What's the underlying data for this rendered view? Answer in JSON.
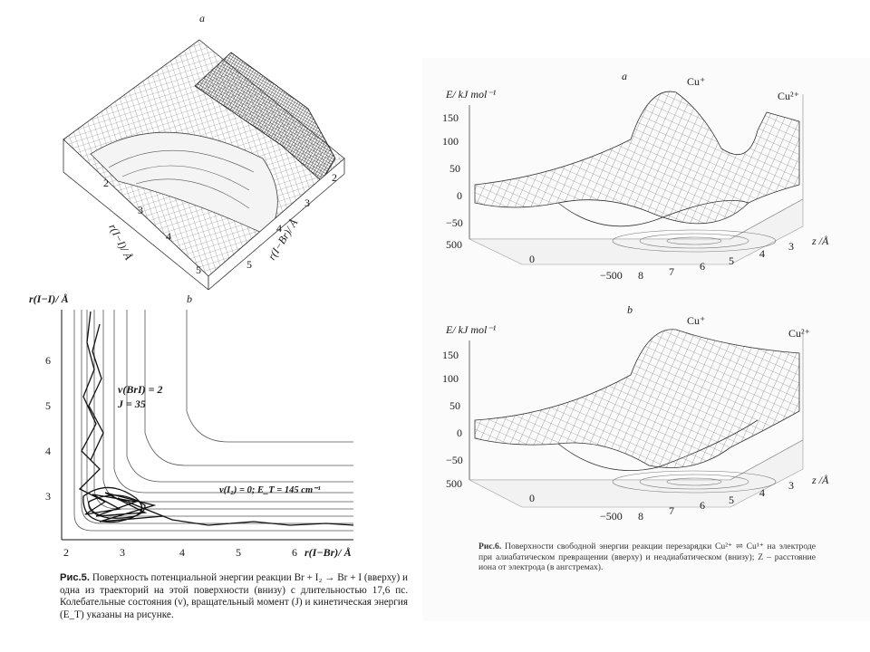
{
  "fig5": {
    "panel_a": {
      "letter": "a",
      "axis_r_II": "r(I−I)/ Å",
      "axis_r_IBr": "r(I−Br)/ Å",
      "ticks_II": [
        "2",
        "3",
        "4",
        "5"
      ],
      "ticks_IBr": [
        "2",
        "3",
        "4",
        "5"
      ]
    },
    "panel_b": {
      "letter": "b",
      "ylabel": "r(I−I)/ Å",
      "xlabel": "r(I−Br)/ Å",
      "yticks": [
        "6",
        "5",
        "4",
        "3"
      ],
      "xticks": [
        "2",
        "3",
        "4",
        "5",
        "6"
      ],
      "annot_state_line1": "v(BrI) = 2",
      "annot_state_line2": "J = 35",
      "annot_energy": "v(I₂) = 0; E_T = 145 cm⁻¹"
    },
    "caption_label": "Рис.5.",
    "caption_text": "Поверхность потенциальной энергии реакции Br + I₂ → Br + I (вверху) и одна из траекторий на этой поверхности (внизу) с длительностью 17,6 пс. Колебательные состояния (v), вращательный момент (J) и кинетическая энергия (E_T) указаны на рисунке."
  },
  "fig6": {
    "panel_a": {
      "letter": "a",
      "ylabel": "E/ kJ mol⁻¹",
      "label_cu1": "Cu⁺",
      "label_cu2": "Cu²⁺",
      "zlabel": "z /Å",
      "yticks": [
        "150",
        "100",
        "50",
        "0",
        "−50"
      ],
      "zticks": [
        "3",
        "4",
        "5",
        "6",
        "7",
        "8"
      ],
      "depth_ticks": [
        "500",
        "0",
        "−500"
      ]
    },
    "panel_b": {
      "letter": "b",
      "ylabel": "E/ kJ mol⁻¹",
      "label_cu1": "Cu⁺",
      "label_cu2": "Cu²⁺",
      "zlabel": "z /Å",
      "yticks": [
        "150",
        "100",
        "50",
        "0",
        "−50"
      ],
      "zticks": [
        "3",
        "4",
        "5",
        "6",
        "7",
        "8"
      ],
      "depth_ticks": [
        "500",
        "0",
        "−500"
      ]
    },
    "caption_label": "Рис.6.",
    "caption_text": "Поверхности свободной энергии реакции перезарядки Cu²⁺ ⇌ Cu¹⁺ на электроде при алиабатическом превращении (вверху) и неадиабатическом (внизу); Z – расстояние иона от электрода (в ангстремах)."
  }
}
